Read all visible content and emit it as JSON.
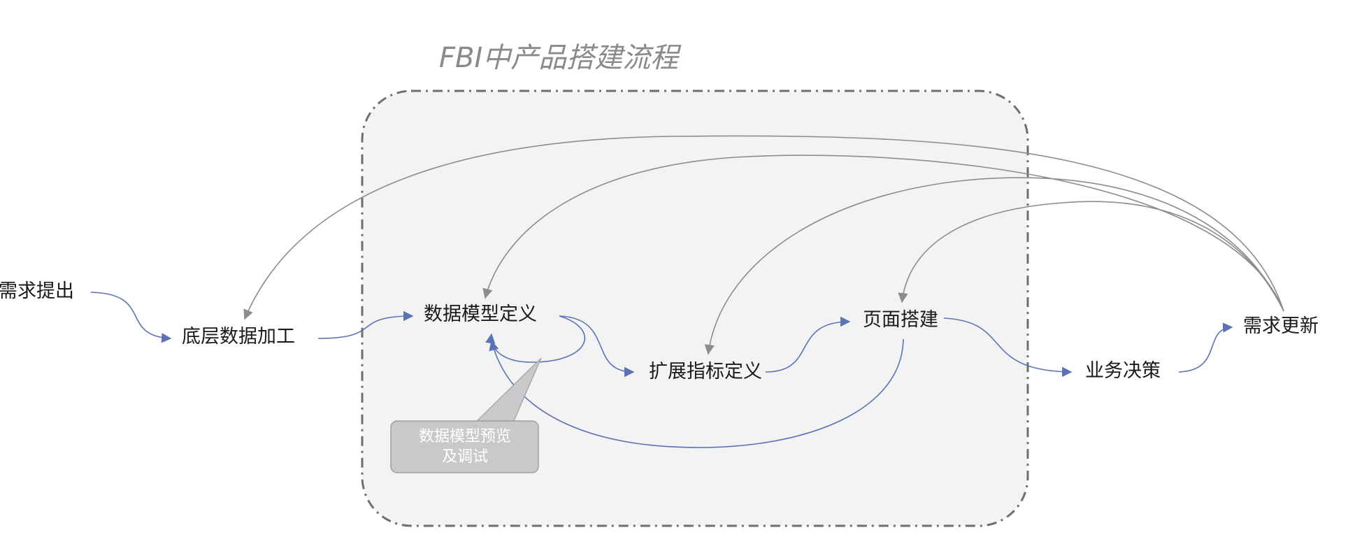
{
  "title": "FBI中产品搭建流程",
  "nodes": {
    "requirement_raise": "需求提出",
    "base_processing": "底层数据加工",
    "model_definition": "数据模型定义",
    "metric_definition": "扩展指标定义",
    "page_building": "页面搭建",
    "business_decision": "业务决策",
    "requirement_update": "需求更新"
  },
  "callout": {
    "line1": "数据模型预览",
    "line2": "及调试"
  },
  "colors": {
    "forward_arrow": "#5b73b5",
    "feedback_arrow": "#8c8c8c",
    "frame_border": "#6e6e6e",
    "frame_fill": "#f3f3f4",
    "callout_fill": "#c9c9cb",
    "title": "#8a8a8a"
  }
}
